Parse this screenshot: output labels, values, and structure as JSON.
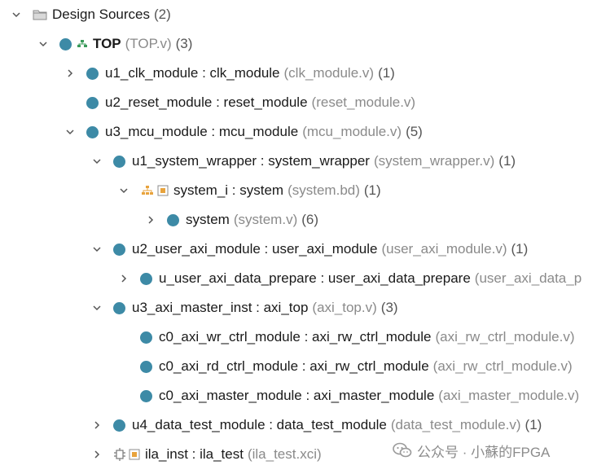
{
  "tree": [
    {
      "id": "design-sources",
      "level": 0,
      "expander": "expanded",
      "icon": "folder-icon",
      "name": "Design Sources",
      "file": "",
      "count": "(2)",
      "bold": false
    },
    {
      "id": "top",
      "level": 1,
      "expander": "expanded",
      "icon": "top-module-icon",
      "name": "TOP",
      "file": "(TOP.v)",
      "count": "(3)",
      "bold": true
    },
    {
      "id": "u1-clk-module",
      "level": 2,
      "expander": "collapsed",
      "icon": "module-dot-icon",
      "name": "u1_clk_module : clk_module",
      "file": "(clk_module.v)",
      "count": "(1)",
      "bold": false
    },
    {
      "id": "u2-reset-module",
      "level": 2,
      "expander": "none",
      "icon": "module-dot-icon",
      "name": "u2_reset_module : reset_module",
      "file": "(reset_module.v)",
      "count": "",
      "bold": false
    },
    {
      "id": "u3-mcu-module",
      "level": 2,
      "expander": "expanded",
      "icon": "module-dot-icon",
      "name": "u3_mcu_module : mcu_module",
      "file": "(mcu_module.v)",
      "count": "(5)",
      "bold": false
    },
    {
      "id": "u1-system-wrapper",
      "level": 3,
      "expander": "expanded",
      "icon": "module-dot-icon",
      "name": "u1_system_wrapper : system_wrapper",
      "file": "(system_wrapper.v)",
      "count": "(1)",
      "bold": false
    },
    {
      "id": "system-i",
      "level": 4,
      "expander": "expanded",
      "icon": "block-design-icon",
      "name": "system_i : system",
      "file": "(system.bd)",
      "count": "(1)",
      "bold": false
    },
    {
      "id": "system",
      "level": 5,
      "expander": "collapsed",
      "icon": "module-dot-icon",
      "name": "system",
      "file": "(system.v)",
      "count": "(6)",
      "bold": false
    },
    {
      "id": "u2-user-axi-module",
      "level": 3,
      "expander": "expanded",
      "icon": "module-dot-icon",
      "name": "u2_user_axi_module : user_axi_module",
      "file": "(user_axi_module.v)",
      "count": "(1)",
      "bold": false
    },
    {
      "id": "u-user-axi-data-prepare",
      "level": 4,
      "expander": "collapsed",
      "icon": "module-dot-icon",
      "name": "u_user_axi_data_prepare : user_axi_data_prepare",
      "file": "(user_axi_data_p",
      "count": "",
      "bold": false
    },
    {
      "id": "u3-axi-master-inst",
      "level": 3,
      "expander": "expanded",
      "icon": "module-dot-icon",
      "name": "u3_axi_master_inst : axi_top",
      "file": "(axi_top.v)",
      "count": "(3)",
      "bold": false
    },
    {
      "id": "c0-axi-wr-ctrl-module",
      "level": 4,
      "expander": "none",
      "icon": "module-dot-icon",
      "name": "c0_axi_wr_ctrl_module : axi_rw_ctrl_module",
      "file": "(axi_rw_ctrl_module.v)",
      "count": "",
      "bold": false
    },
    {
      "id": "c0-axi-rd-ctrl-module",
      "level": 4,
      "expander": "none",
      "icon": "module-dot-icon",
      "name": "c0_axi_rd_ctrl_module : axi_rw_ctrl_module",
      "file": "(axi_rw_ctrl_module.v)",
      "count": "",
      "bold": false
    },
    {
      "id": "c0-axi-master-module",
      "level": 4,
      "expander": "none",
      "icon": "module-dot-icon",
      "name": "c0_axi_master_module : axi_master_module",
      "file": "(axi_master_module.v)",
      "count": "",
      "bold": false
    },
    {
      "id": "u4-data-test-module",
      "level": 3,
      "expander": "collapsed",
      "icon": "module-dot-icon",
      "name": "u4_data_test_module : data_test_module",
      "file": "(data_test_module.v)",
      "count": "(1)",
      "bold": false
    },
    {
      "id": "ila-inst",
      "level": 3,
      "expander": "collapsed",
      "icon": "ip-core-icon",
      "name": "ila_inst : ila_test",
      "file": "(ila_test.xci)",
      "count": "",
      "bold": false
    }
  ],
  "watermark": {
    "icon": "wechat-icon",
    "text": "公众号 · 小蘇的FPGA"
  },
  "colors": {
    "module_dot": "#3d8aa6",
    "file_text": "#8a8a8a",
    "count_text": "#555555",
    "chevron": "#555555",
    "bd_orange": "#e8a33d"
  }
}
